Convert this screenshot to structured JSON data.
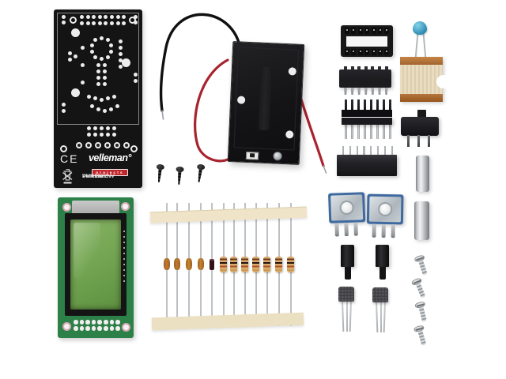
{
  "scene": {
    "description": "Velleman electronics kit parts laid out on a white background",
    "background_color": "#ffffff"
  },
  "main_pcb": {
    "ce_mark": "CE",
    "brand": "velleman°",
    "brand_sub": "projects",
    "label_line1": "Velleman NV",
    "label_line2": "PMK198'2",
    "board_color": "#141414",
    "pad_color": "#ececec",
    "brand_sub_bg": "#c0272d"
  },
  "lcd_module": {
    "board_color": "#2e8049",
    "bezel_color": "#141414",
    "screen_color": "#74a653",
    "pad_rows": 2,
    "pads_per_row": 8,
    "side_contact_dots": 10
  },
  "battery_holder": {
    "body_color": "#161616",
    "red_wire_color": "#a8232f",
    "black_wire_color": "#111111",
    "mounting_holes": 3
  },
  "black_screws": {
    "count": 3,
    "color": "#1c1c1c"
  },
  "component_tape": {
    "tape_color": "#f0e4c8",
    "lead_color": "#b4b7ba",
    "components": [
      {
        "kind": "capacitor",
        "body_color": "#bd7a31"
      },
      {
        "kind": "capacitor",
        "body_color": "#bd7a31"
      },
      {
        "kind": "capacitor",
        "body_color": "#c4852f"
      },
      {
        "kind": "capacitor",
        "body_color": "#c4852f"
      },
      {
        "kind": "diode",
        "body_color": "#35121a"
      },
      {
        "kind": "resistor",
        "body_color": "#d9aa6e"
      },
      {
        "kind": "resistor",
        "body_color": "#d9aa6e"
      },
      {
        "kind": "resistor",
        "body_color": "#d9aa6e"
      },
      {
        "kind": "resistor",
        "body_color": "#d9aa6e"
      },
      {
        "kind": "resistor",
        "body_color": "#d9aa6e"
      },
      {
        "kind": "resistor",
        "body_color": "#d9aa6e"
      },
      {
        "kind": "resistor",
        "body_color": "#d9aa6e"
      }
    ]
  },
  "ic_socket": {
    "pins_per_side": 7,
    "body_color": "#181818"
  },
  "ic_chip": {
    "pins_per_side": 7,
    "body_color": "#1c1c1f",
    "pin_color": "#a8abae"
  },
  "pin_header": {
    "columns": 8,
    "body_color": "#121214",
    "pin_color": "#a4a8ab"
  },
  "female_header": {
    "pins": 8,
    "body_color": "#242428",
    "pin_color": "#a4a8ab"
  },
  "capacitor_card": {
    "cap_color": "#2e8cb4",
    "card_color": "#e3d5b8",
    "copper_color": "#b5763c"
  },
  "slide_switch": {
    "pins": 3,
    "body_color": "#1f1f23"
  },
  "spacers": {
    "count": 2,
    "color": "#c9cdd0"
  },
  "potentiometers": {
    "count": 2,
    "plate_color": "#c7ced4",
    "accent_color": "#3f6aa0",
    "legs": 3
  },
  "pot_shafts": {
    "count": 2,
    "color": "#141416"
  },
  "transistors": {
    "count": 2,
    "body_color": "#424246",
    "legs": 3
  },
  "machine_screws": {
    "count": 4,
    "color": "#c5c9cc"
  }
}
